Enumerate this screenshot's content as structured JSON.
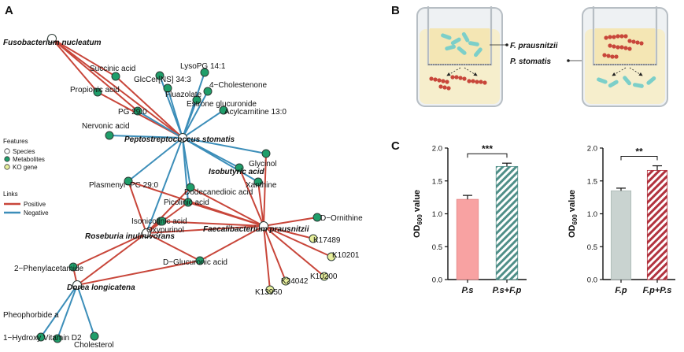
{
  "panels": {
    "a": "A",
    "b": "B",
    "c": "C"
  },
  "colors": {
    "positive": "#c8463a",
    "negative": "#3c8eb9",
    "species": "#ffffff",
    "metabolite": "#1f9e6a",
    "ko": "#e7ef9c",
    "bar_ps": "#f8a2a2",
    "bar_fp": "#c9d3d0",
    "hatch_teal": "#4f8f88",
    "hatch_red": "#b2333f"
  },
  "legend": {
    "features_title": "Features",
    "features": [
      "Species",
      "Metabolites",
      "KO gene"
    ],
    "links_title": "Links",
    "links": [
      "Positive",
      "Negative"
    ]
  },
  "network": {
    "species": [
      "Fusobacterium nucleatum",
      "Peptostreptococcus stomatis",
      "Roseburia inulinivorans",
      "Faecalibacterium prausnitzii",
      "Dorea longicatena"
    ],
    "metabolites": [
      "Succinic acid",
      "Propionic acid",
      "GlcCer[NS] 34:3",
      "LysoPG 14:1",
      "Fluazolate",
      "4−Cholestenone",
      "Estrone glucuronide",
      "Acylcarnitine 13:0",
      "PG 29:0",
      "Nervonic acid",
      "Glycinol",
      "Isobutyric acid",
      "Xanthine",
      "Plasmenyl−PC 29:0",
      "Dodecanedioic acid",
      "Picolinic acid",
      "Isonicotinic acid",
      "Oxypurinol",
      "D−Ornithine",
      "D−Glucuronic acid",
      "2−Phenylacetamide",
      "Pheophorbide a",
      "1−Hydroxy Vitamin D2",
      "Cholesterol"
    ],
    "ko_genes": [
      "K17489",
      "K10201",
      "K10200",
      "K24042",
      "K13950"
    ]
  },
  "transwell": {
    "label1": "F. prausnitzii",
    "label2": "P. stomatis"
  },
  "chart_data": [
    {
      "type": "bar",
      "categories": [
        "P.s",
        "P.s+F.p"
      ],
      "values": [
        1.22,
        1.72
      ],
      "errors": [
        0.06,
        0.05
      ],
      "ylabel": "OD600 value",
      "ylim": [
        0,
        2.0
      ],
      "yticks": [
        "0.0",
        "0.5",
        "1.0",
        "1.5",
        "2.0"
      ],
      "significance": "***"
    },
    {
      "type": "bar",
      "categories": [
        "F.p",
        "F.p+P.s"
      ],
      "values": [
        1.35,
        1.66
      ],
      "errors": [
        0.04,
        0.07
      ],
      "ylabel": "OD600 value",
      "ylim": [
        0,
        2.0
      ],
      "yticks": [
        "0.0",
        "0.5",
        "1.0",
        "1.5",
        "2.0"
      ],
      "significance": "**"
    }
  ]
}
